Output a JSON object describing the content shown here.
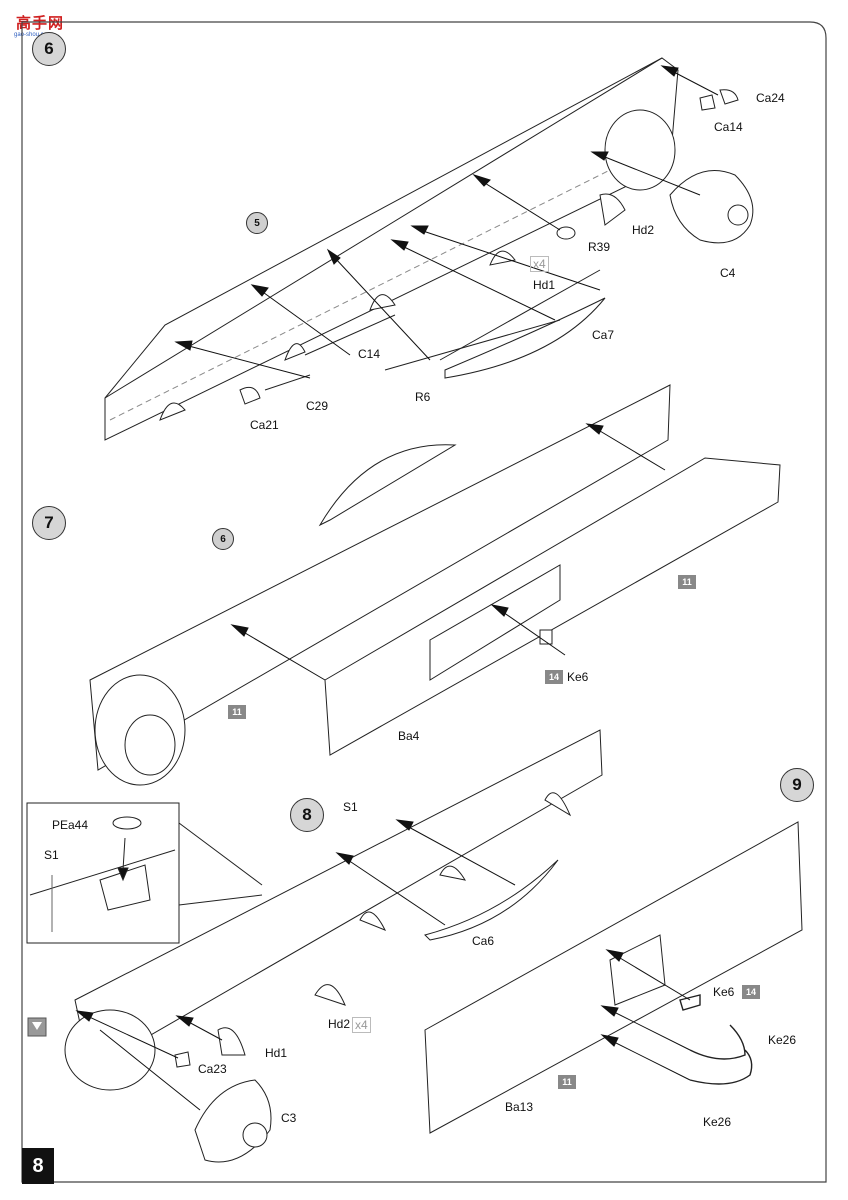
{
  "watermark": {
    "text": "高手网",
    "sub": "gao-shou.com"
  },
  "page_number": "8",
  "steps": [
    {
      "number": "6",
      "ref_circles": [
        "5"
      ],
      "labels": [
        "Ca24",
        "Ca14",
        "C4",
        "Hd2",
        "R39",
        "Hd1",
        "Ca7",
        "C14",
        "R6",
        "C29",
        "Ca21"
      ],
      "qty": "x4"
    },
    {
      "number": "7",
      "ref_circles": [
        "6"
      ],
      "ref_boxes": [
        "11",
        "11",
        "14"
      ],
      "labels": [
        "Ke6",
        "Ba4"
      ]
    },
    {
      "number": "8",
      "labels": [
        "S1",
        "Ca6",
        "Hd2",
        "Hd1",
        "Ca23",
        "C3"
      ],
      "qty": "x4",
      "inset_labels": [
        "PEa44",
        "S1"
      ]
    },
    {
      "number": "9",
      "ref_boxes": [
        "14",
        "11"
      ],
      "labels": [
        "Ke6",
        "Ke26",
        "Ke26",
        "Ba13"
      ]
    }
  ]
}
